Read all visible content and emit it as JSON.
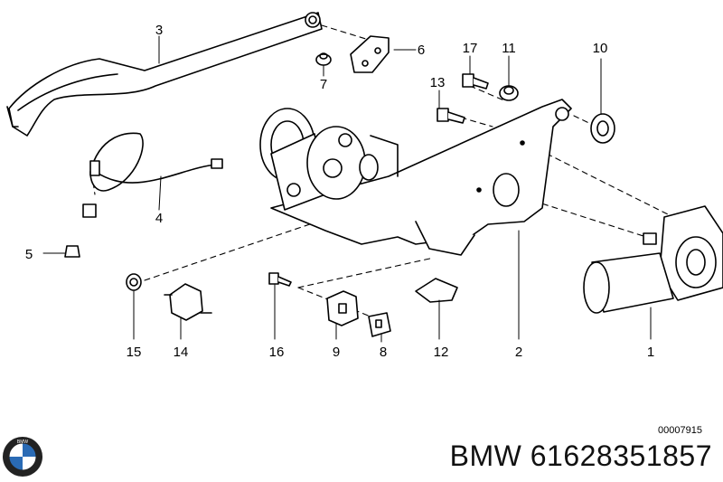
{
  "diagram": {
    "labels": [
      {
        "id": "1",
        "text": "1"
      },
      {
        "id": "2",
        "text": "2"
      },
      {
        "id": "3",
        "text": "3"
      },
      {
        "id": "4",
        "text": "4"
      },
      {
        "id": "5",
        "text": "5"
      },
      {
        "id": "6",
        "text": "6"
      },
      {
        "id": "7",
        "text": "7"
      },
      {
        "id": "8",
        "text": "8"
      },
      {
        "id": "9",
        "text": "9"
      },
      {
        "id": "10",
        "text": "10"
      },
      {
        "id": "11",
        "text": "11"
      },
      {
        "id": "12",
        "text": "12"
      },
      {
        "id": "13",
        "text": "13"
      },
      {
        "id": "14",
        "text": "14"
      },
      {
        "id": "15",
        "text": "15"
      },
      {
        "id": "16",
        "text": "16"
      },
      {
        "id": "17",
        "text": "17"
      }
    ],
    "drawing_code": "00007915"
  },
  "footer": {
    "brand_logo": "bmw-logo-icon",
    "part_number_text": "BMW 61628351857"
  }
}
